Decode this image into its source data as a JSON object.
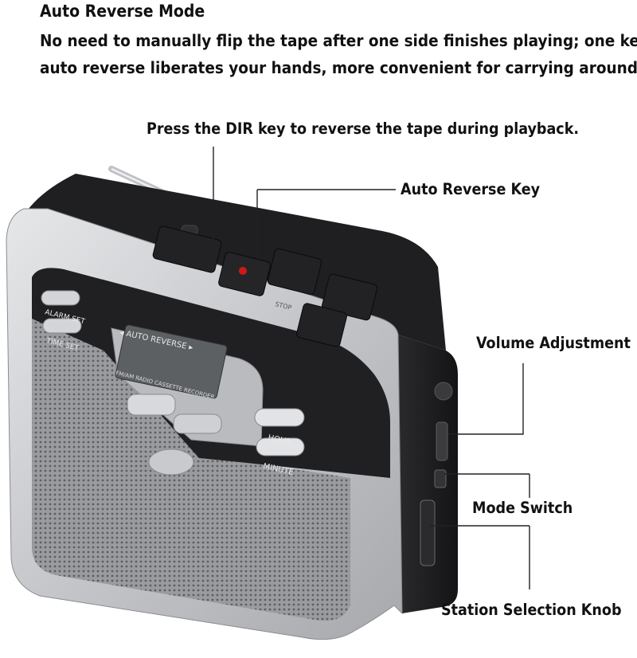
{
  "header": {
    "title": "Auto Reverse Mode",
    "description_line1": "No need to manually flip the tape after one side finishes playing; one key",
    "description_line2": "auto reverse liberates your hands, more convenient for carrying around."
  },
  "callouts": {
    "dir_key": "Press the DIR key to reverse the tape during playback.",
    "auto_reverse_key": "Auto Reverse Key",
    "volume": "Volume Adjustment",
    "mode_switch": "Mode Switch",
    "station_knob": "Station Selection Knob"
  },
  "device_labels": {
    "alarm_set": "ALARM SET",
    "time_set": "TIME SET",
    "auto_reverse": "◂ AUTO REVERSE ▸",
    "recorder": "FM/AM RADIO CASSETTE RECORDER",
    "hour": "HOUR",
    "minute": "MINUTE",
    "stop": "STOP"
  },
  "colors": {
    "silver": "#c9cbce",
    "speaker_grille": "#8e8f92",
    "black_top": "#1e1e20",
    "lcd": "#5d6062",
    "record_dot": "#d01818"
  }
}
